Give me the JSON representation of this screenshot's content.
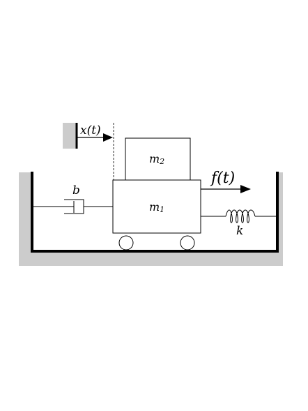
{
  "labels": {
    "x_t": "x(t)",
    "f_t": "f(t)",
    "m2": {
      "base": "m",
      "sub": "2"
    },
    "m1": {
      "base": "m",
      "sub": "1"
    },
    "b": "b",
    "k": "k"
  },
  "colors": {
    "ground": "#cccccc",
    "line": "#000000",
    "background": "#ffffff"
  }
}
